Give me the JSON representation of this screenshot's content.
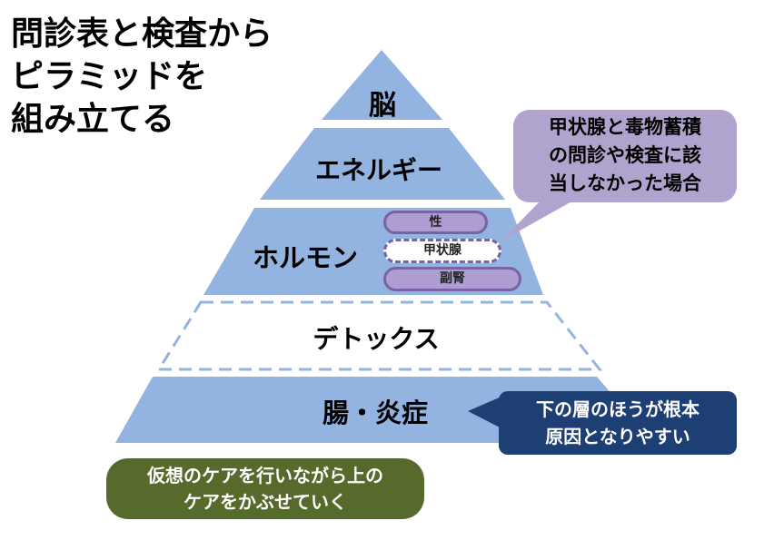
{
  "title": {
    "lines": [
      "問診表と検査から",
      "ピラミッドを",
      "組み立てる"
    ]
  },
  "pyramid": {
    "layers": [
      {
        "id": "brain",
        "label": "脳"
      },
      {
        "id": "energy",
        "label": "エネルギー"
      },
      {
        "id": "hormone",
        "label": "ホルモン"
      },
      {
        "id": "detox",
        "label": "デトックス"
      },
      {
        "id": "gut",
        "label": "腸・炎症"
      }
    ],
    "hormone_items": [
      "性",
      "甲状腺",
      "副腎"
    ]
  },
  "callouts": {
    "thyroid_note": [
      "甲状腺と毒物蓄積",
      "の問診や検査に該",
      "当しなかった場合"
    ],
    "root_cause_note": [
      "下の層のほうが根本",
      "原因となりやすい"
    ],
    "care_note": [
      "仮想のケアを行いながら上の",
      "ケアをかぶせていく"
    ]
  },
  "colors": {
    "layer_fill": "#93b3e0",
    "detox_border": "#93b3e0",
    "pill_fill": "#ad9dd0",
    "pill_border": "#7a62a6",
    "callout_purple": "#b0a4cf",
    "callout_navy": "#1d3f73",
    "callout_green": "#566a2b"
  }
}
